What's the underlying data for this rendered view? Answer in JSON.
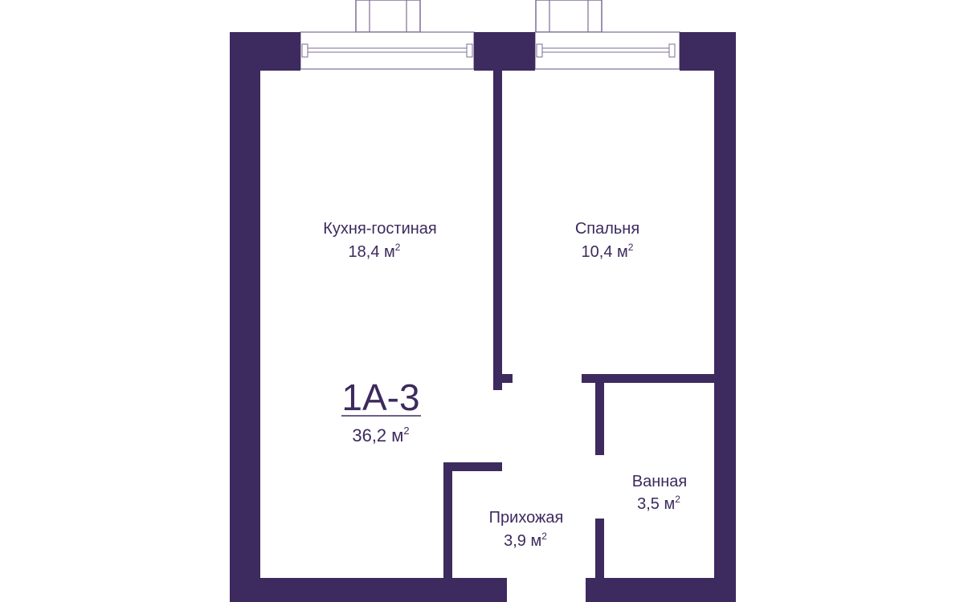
{
  "colors": {
    "wall": "#3d2a5e",
    "text": "#3d2a5e",
    "window_frame": "#7d6e95",
    "background": "#ffffff"
  },
  "unit": {
    "code": "1А-3",
    "area": "36,2 м",
    "area_sup": "2"
  },
  "rooms": [
    {
      "id": "kitchen-living",
      "name": "Кухня-гостиная",
      "area": "18,4 м",
      "sup": "2"
    },
    {
      "id": "bedroom",
      "name": "Спальня",
      "area": "10,4 м",
      "sup": "2"
    },
    {
      "id": "bathroom",
      "name": "Ванная",
      "area": "3,5 м",
      "sup": "2"
    },
    {
      "id": "hallway",
      "name": "Прихожая",
      "area": "3,9 м",
      "sup": "2"
    }
  ]
}
